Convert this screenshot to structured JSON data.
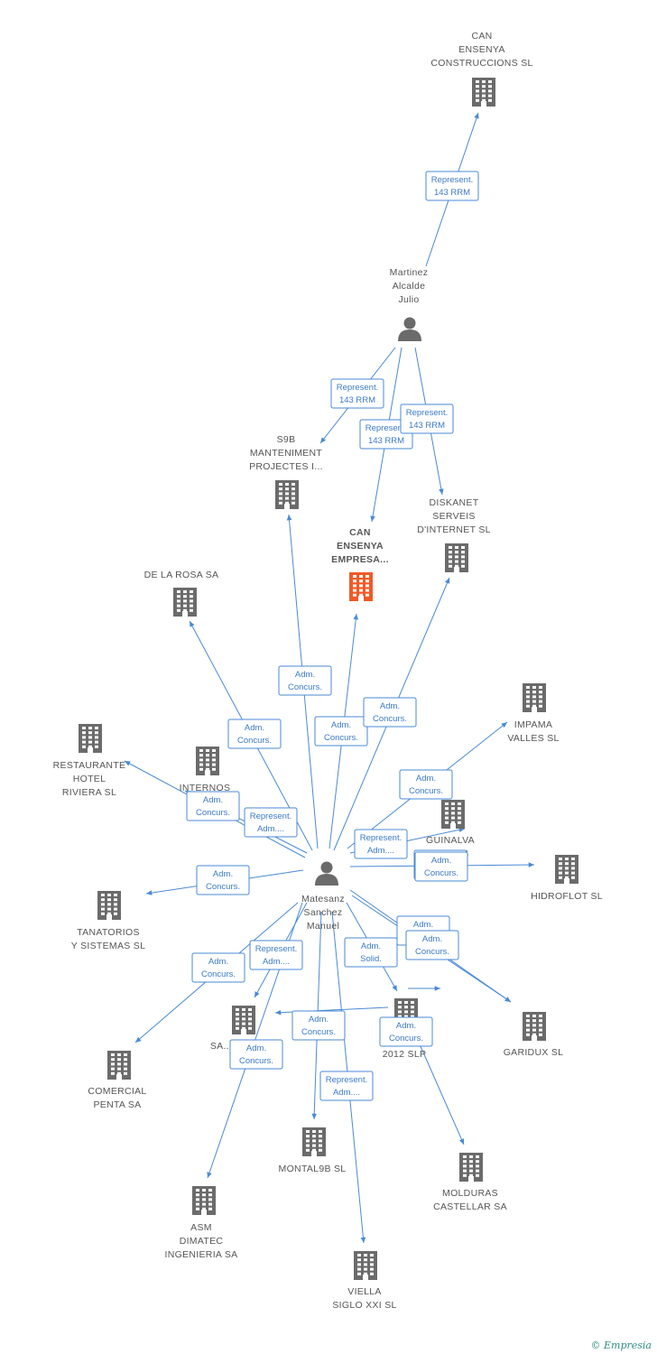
{
  "colors": {
    "edge": "#4a8ad4",
    "node_icon": "#6b6b6b",
    "main_icon": "#f05a28",
    "label": "#555555"
  },
  "nodes": [
    {
      "id": "canens_cons",
      "type": "company",
      "label": [
        "CAN",
        "ENSENYA",
        "CONSTRUCCIONS SL"
      ]
    },
    {
      "id": "martinez",
      "type": "person",
      "label": [
        "Martinez",
        "Alcalde",
        "Julio"
      ]
    },
    {
      "id": "s9b",
      "type": "company",
      "label": [
        "S9B",
        "MANTENIMENT",
        "PROJECTES I..."
      ]
    },
    {
      "id": "canens_emp",
      "type": "company",
      "main": true,
      "label": [
        "CAN",
        "ENSENYA",
        "EMPRESA..."
      ]
    },
    {
      "id": "diskanet",
      "type": "company",
      "label": [
        "DISKANET",
        "SERVEIS",
        "D'INTERNET SL"
      ]
    },
    {
      "id": "delarosa",
      "type": "company",
      "label": [
        "DE LA ROSA SA"
      ]
    },
    {
      "id": "impama",
      "type": "company",
      "label": [
        "IMPAMA",
        "VALLES SL"
      ]
    },
    {
      "id": "restaurante",
      "type": "company",
      "label": [
        "RESTAURANTE",
        "HOTEL",
        "RIVIERA SL"
      ]
    },
    {
      "id": "internos",
      "type": "company",
      "label": [
        "INTERNOS",
        "T...",
        "EUR..."
      ]
    },
    {
      "id": "guinalva",
      "type": "company",
      "label": [
        "GUINALVA",
        "C...ORS"
      ]
    },
    {
      "id": "matesanz",
      "type": "person",
      "label": [
        "Matesanz",
        "Sanchez",
        "Manuel"
      ]
    },
    {
      "id": "hidroflot",
      "type": "company",
      "label": [
        "HIDROFLOT SL"
      ]
    },
    {
      "id": "tanatorios",
      "type": "company",
      "label": [
        "TANATORIOS",
        "Y SISTEMAS SL"
      ]
    },
    {
      "id": "sa",
      "type": "company",
      "label": [
        "SA..."
      ]
    },
    {
      "id": "slp2012",
      "type": "company",
      "label": [
        "2012 SLP"
      ]
    },
    {
      "id": "garidux",
      "type": "company",
      "label": [
        "GARIDUX SL"
      ]
    },
    {
      "id": "comercial",
      "type": "company",
      "label": [
        "COMERCIAL",
        "PENTA SA"
      ]
    },
    {
      "id": "montal9b",
      "type": "company",
      "label": [
        "MONTAL9B SL"
      ]
    },
    {
      "id": "molduras",
      "type": "company",
      "label": [
        "MOLDURAS",
        "CASTELLAR SA"
      ]
    },
    {
      "id": "asm",
      "type": "company",
      "label": [
        "ASM",
        "DIMATEC",
        "INGENIERIA SA"
      ]
    },
    {
      "id": "viella",
      "type": "company",
      "label": [
        "VIELLA",
        "SIGLO XXI SL"
      ]
    }
  ],
  "edges": [
    {
      "from": "martinez",
      "to": "canens_cons",
      "label": [
        "Represent.",
        "143 RRM"
      ]
    },
    {
      "from": "martinez",
      "to": "s9b",
      "label": [
        "Represent.",
        "143 RRM"
      ]
    },
    {
      "from": "martinez",
      "to": "canens_emp",
      "label": [
        "Represent.",
        "143 RRM"
      ]
    },
    {
      "from": "martinez",
      "to": "diskanet",
      "label": [
        "Represent.",
        "143 RRM"
      ]
    },
    {
      "from": "matesanz",
      "to": "s9b",
      "label": [
        "Adm.",
        "Concurs."
      ]
    },
    {
      "from": "matesanz",
      "to": "delarosa",
      "label": [
        "Adm.",
        "Concurs."
      ]
    },
    {
      "from": "matesanz",
      "to": "canens_emp",
      "label": [
        "Adm.",
        "Concurs."
      ]
    },
    {
      "from": "matesanz",
      "to": "diskanet",
      "label": [
        "Adm.",
        "Concurs."
      ]
    },
    {
      "from": "matesanz",
      "to": "impama",
      "label": [
        "Adm.",
        "Concurs."
      ]
    },
    {
      "from": "matesanz",
      "to": "restaurante",
      "label": [
        "Adm.",
        "Concurs."
      ]
    },
    {
      "from": "matesanz",
      "to": "internos",
      "label": [
        "Represent.",
        "Adm...."
      ]
    },
    {
      "from": "matesanz",
      "to": "guinalva",
      "label": [
        "Represent.",
        "Adm...."
      ]
    },
    {
      "from": "matesanz",
      "to": "hidroflot",
      "label": [
        "Adm.",
        "Concurs."
      ]
    },
    {
      "from": "matesanz",
      "to": "tanatorios",
      "label": [
        "Adm.",
        "Concurs."
      ]
    },
    {
      "from": "matesanz",
      "to": "garidux",
      "label": [
        "Adm.",
        "Concurs."
      ]
    },
    {
      "from": "matesanz",
      "to": "garidux",
      "label": [
        "Adm.",
        "Concurs."
      ]
    },
    {
      "from": "matesanz",
      "to": "slp2012",
      "label": [
        "Adm.",
        "Solid."
      ]
    },
    {
      "from": "matesanz",
      "to": "comercial",
      "label": [
        "Adm.",
        "Concurs."
      ]
    },
    {
      "from": "matesanz",
      "to": "sa",
      "label": [
        "Represent.",
        "Adm...."
      ]
    },
    {
      "from": "matesanz",
      "to": "asm",
      "label": [
        "Adm.",
        "Concurs."
      ]
    },
    {
      "from": "matesanz",
      "to": "montal9b",
      "label": [
        "Represent.",
        "Adm...."
      ]
    },
    {
      "from": "matesanz",
      "to": "viella",
      "label": []
    },
    {
      "from": "slp2012",
      "to": "sa",
      "label": [
        "Adm.",
        "Concurs."
      ]
    },
    {
      "from": "slp2012",
      "to": "guinalva",
      "label": [
        "Adm.",
        "Concurs."
      ]
    },
    {
      "from": "slp2012",
      "to": "molduras",
      "label": [
        "Adm.",
        "Concurs."
      ]
    }
  ],
  "watermark": {
    "symbol": "©",
    "brand": "Empresia"
  }
}
